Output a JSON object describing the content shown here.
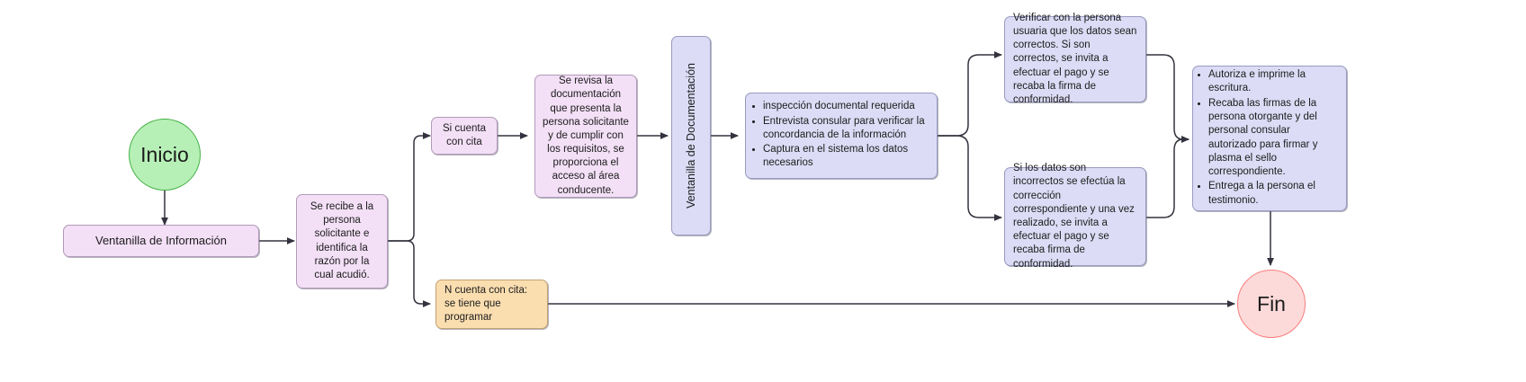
{
  "diagram": {
    "title": "Flujo de atención consular",
    "colors": {
      "start_fill": "#b7f0b7",
      "start_stroke": "#45b045",
      "end_fill": "#fcdada",
      "end_stroke": "#fb7b7b",
      "pink_fill": "#f3dff6",
      "pink_stroke": "#b29ab8",
      "lavender_fill": "#dcdcf6",
      "lavender_stroke": "#9a9ac0",
      "orange_fill": "#fbdeb0",
      "orange_stroke": "#c2a173",
      "edge": "#333344",
      "background": "#ffffff"
    }
  },
  "nodes": {
    "start": {
      "label": "Inicio"
    },
    "ventanilla_informacion": {
      "label": "Ventanilla de Información"
    },
    "recibe_persona": {
      "label": "Se recibe a la persona solicitante e identifica la razón por la cual acudió."
    },
    "si_cita": {
      "label": "Si cuenta con cita"
    },
    "revisa_doc": {
      "label": "Se revisa la documentación que presenta la persona solicitante y de cumplir con los requisitos, se proporciona el acceso al área conducente."
    },
    "ventanilla_documentacion": {
      "label": "Ventanilla de Documentación"
    },
    "inspeccion": {
      "bullets": [
        "inspección documental requerida",
        "Entrevista consular para verificar la concordancia de la información",
        "Captura en el sistema los datos necesarios"
      ]
    },
    "datos_correctos": {
      "label": "Verificar con la persona usuaria que los datos sean correctos. Si son correctos, se invita a efectuar el pago y se recaba la firma de conformidad."
    },
    "datos_incorrectos": {
      "label": "Si los datos son incorrectos se efectúa la corrección correspondiente y una vez realizado, se invita a efectuar el pago y se recaba firma de conformidad."
    },
    "autoriza": {
      "bullets": [
        "Autoriza e imprime la escritura.",
        "Recaba las firmas de la persona otorgante y del personal consular autorizado para firmar y plasma el sello correspondiente.",
        "Entrega a la persona el testimonio."
      ]
    },
    "no_cita": {
      "label": "N cuenta con cita: se tiene que programar"
    },
    "end": {
      "label": "Fin"
    }
  }
}
